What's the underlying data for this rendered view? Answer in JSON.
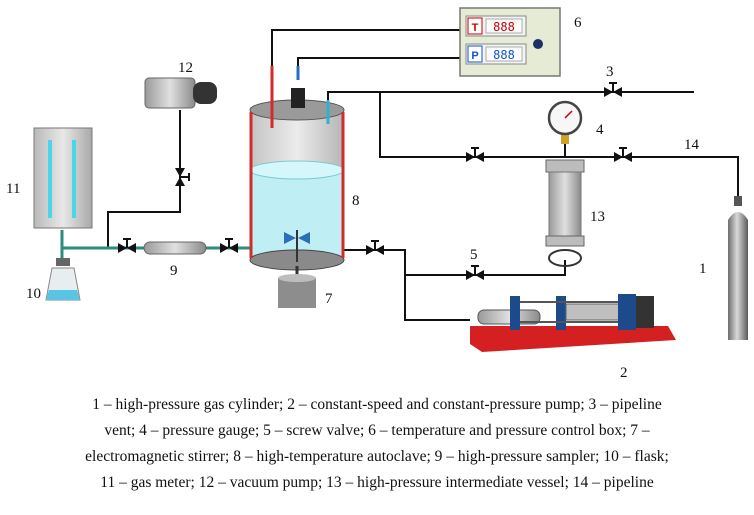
{
  "labels": {
    "n1": "1",
    "n2": "2",
    "n3": "3",
    "n4": "4",
    "n5": "5",
    "n6": "6",
    "n7": "7",
    "n8": "8",
    "n9": "9",
    "n10": "10",
    "n11": "11",
    "n12": "12",
    "n13": "13",
    "n14": "14"
  },
  "control_box": {
    "temp_letter": "T",
    "temp_value": "888",
    "press_letter": "P",
    "press_value": "888"
  },
  "caption": [
    "1 – high-pressure gas cylinder; 2 – constant-speed and constant-pressure pump; 3 – pipeline",
    "vent; 4 – pressure gauge; 5 – screw valve; 6 – temperature and pressure control box; 7 –",
    "electromagnetic stirrer; 8 – high-temperature autoclave; 9 – high-pressure sampler; 10 – flask;",
    "11 – gas meter; 12 – vacuum pump; 13 – high-pressure intermediate vessel; 14 – pipeline"
  ],
  "colors": {
    "pipe": "#111111",
    "gas_line": "#2e8b7a",
    "heater": "#d42a2a",
    "liquid": "#bfeef5",
    "pump_base": "#d42020",
    "box": "#e6ebd6"
  }
}
